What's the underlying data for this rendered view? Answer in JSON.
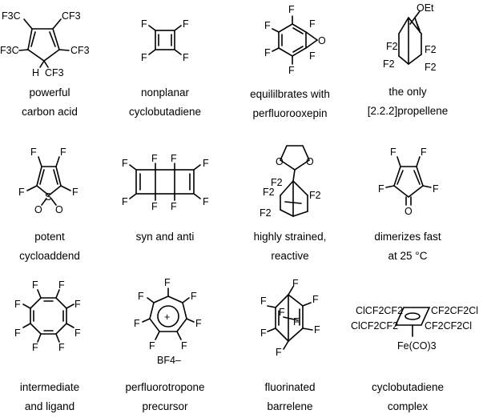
{
  "compounds": [
    {
      "id": "c1",
      "caption": [
        "powerful",
        "carbon acid"
      ],
      "labels": {
        "cf3_tl": "F3C",
        "cf3_tr": "CF3",
        "cf3_ml": "F3C",
        "cf3_mr": "CF3",
        "h": "H",
        "cf3_b": "CF3"
      }
    },
    {
      "id": "c2",
      "caption": [
        "nonplanar",
        "cyclobutadiene"
      ],
      "labels": {
        "f_tl": "F",
        "f_tr": "F",
        "f_bl": "F",
        "f_br": "F"
      }
    },
    {
      "id": "c3",
      "caption": [
        "equililbrates with",
        "perfluorooxepin"
      ],
      "labels": {
        "f1": "F",
        "f2": "F",
        "f3": "F",
        "f4": "F",
        "f5": "F",
        "f6": "F",
        "o": "O"
      }
    },
    {
      "id": "c4",
      "caption": [
        "the only",
        "[2.2.2]propellene"
      ],
      "labels": {
        "oet": "OEt",
        "f2a": "F2",
        "f2b": "F2",
        "f2c": "F2",
        "f2d": "F2"
      }
    },
    {
      "id": "c5",
      "caption": [
        "potent",
        "cycloaddend"
      ],
      "labels": {
        "f1": "F",
        "f2": "F",
        "f3": "F",
        "f4": "F",
        "s": "S",
        "o1": "O",
        "o2": "O"
      }
    },
    {
      "id": "c6",
      "caption": [
        "syn and anti"
      ],
      "labels": {
        "f1": "F",
        "f2": "F",
        "f3": "F",
        "f4": "F",
        "f5": "F",
        "f6": "F",
        "f7": "F",
        "f8": "F"
      }
    },
    {
      "id": "c7",
      "caption": [
        "highly strained,",
        "reactive"
      ],
      "labels": {
        "o1": "O",
        "o2": "O",
        "f2a": "F2",
        "f2b": "F2",
        "f2c": "F2",
        "f2d": "F2"
      }
    },
    {
      "id": "c8",
      "caption": [
        "dimerizes fast",
        "at 25 °C"
      ],
      "labels": {
        "f1": "F",
        "f2": "F",
        "f3": "F",
        "f4": "F",
        "o": "O"
      }
    },
    {
      "id": "c9",
      "caption": [
        "intermediate",
        "and ligand"
      ],
      "labels": {
        "f1": "F",
        "f2": "F",
        "f3": "F",
        "f4": "F",
        "f5": "F",
        "f6": "F",
        "f7": "F",
        "f8": "F"
      }
    },
    {
      "id": "c10",
      "caption": [
        "perfluorotropone",
        "precursor"
      ],
      "labels": {
        "f1": "F",
        "f2": "F",
        "f3": "F",
        "f4": "F",
        "f5": "F",
        "f6": "F",
        "f7": "F",
        "plus": "+",
        "bf4": "BF4–"
      }
    },
    {
      "id": "c11",
      "caption": [
        "fluorinated",
        "barrelene"
      ],
      "labels": {
        "f1": "F",
        "f2": "F",
        "f3": "F",
        "f4": "F",
        "f5": "F",
        "f6": "F",
        "f7": "F",
        "f8": "F"
      }
    },
    {
      "id": "c12",
      "caption": [
        "cyclobutadiene",
        "complex"
      ],
      "labels": {
        "tl": "ClCF2CF2",
        "tr": "CF2CF2Cl",
        "bl": "ClCF2CF2",
        "br": "CF2CF2Cl",
        "fe": "Fe(CO)3"
      }
    }
  ]
}
